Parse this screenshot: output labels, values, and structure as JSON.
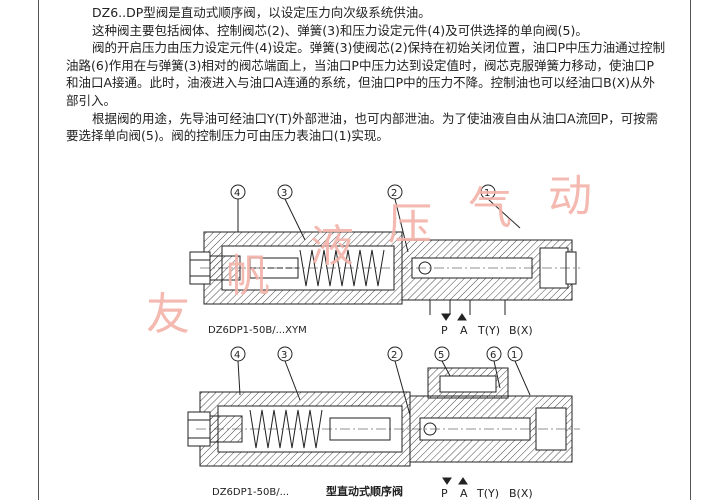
{
  "paragraphs": [
    "DZ6..DP型阀是直动式顺序阀，以设定压力向次级系统供油。",
    "这种阀主要包括阀体、控制阀芯(2)、弹簧(3)和压力设定元件(4)及可供选择的单向阀(5)。",
    "阀的开启压力由压力设定元件(4)设定。弹簧(3)使阀芯(2)保持在初始关闭位置，油口P中压力油通过控制油路(6)作用在与弹簧(3)相对的阀芯端面上，当油口P中压力达到设定值时，阀芯克服弹簧力移动，使油口P和油口A接通。此时，油液进入与油口A连通的系统，但油口P中的压力不降。控制油也可以经油口B(X)从外部引入。",
    "根据阀的用途，先导油可经油口Y(T)外部泄油，也可内部泄油。为了使油液自由从油口A流回P，可按需要选择单向阀(5)。阀的控制压力可由压力表油口(1)实现。"
  ],
  "figure_top": {
    "callouts": [
      "4",
      "3",
      "2",
      "1"
    ],
    "model_label": "DZ6DP1-50B/...XYM",
    "port_labels": [
      "P",
      "A",
      "T(Y)",
      "B(X)"
    ]
  },
  "figure_bottom": {
    "callouts": [
      "4",
      "3",
      "2",
      "5",
      "6",
      "1"
    ],
    "model_label": "DZ6DP1-50B/...",
    "caption": "型直动式顺序阀",
    "port_labels": [
      "P",
      "A",
      "T(Y)",
      "B(X)"
    ]
  },
  "watermark": [
    "友",
    "帆",
    "液",
    "压",
    "气",
    "动"
  ],
  "colors": {
    "watermark": "#f3b2a8",
    "line": "#222222"
  }
}
